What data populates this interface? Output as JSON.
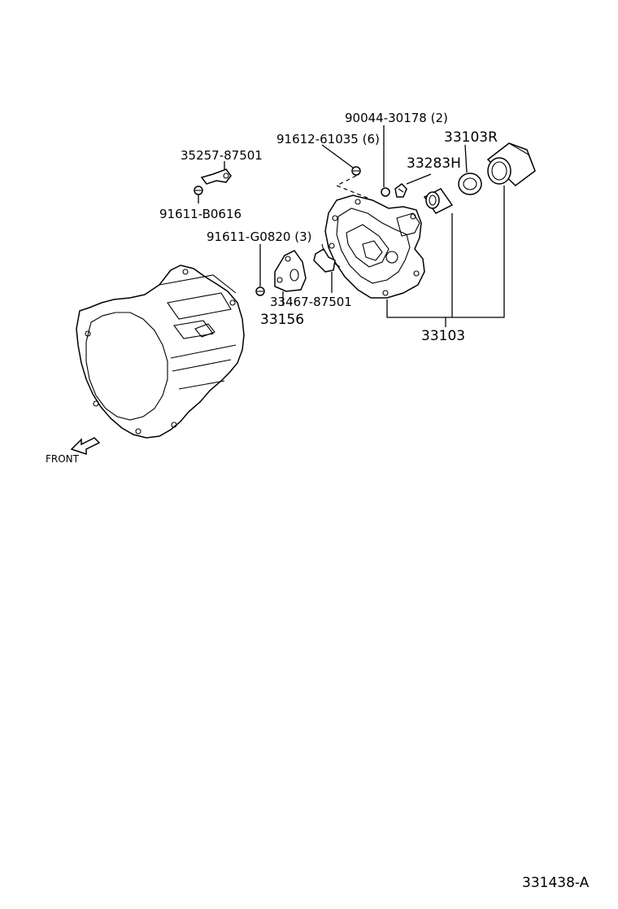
{
  "diagram": {
    "labels": {
      "p90044": "90044-30178 (2)",
      "p91612": "91612-61035 (6)",
      "p33103R": "33103R",
      "p35257": "35257-87501",
      "p33283H": "33283H",
      "p91611b": "91611-B0616",
      "p91611g": "91611-G0820 (3)",
      "p33467": "33467-87501",
      "p33156": "33156",
      "p33103": "33103",
      "front": "FRONT"
    },
    "figure_id": "331438-A"
  }
}
